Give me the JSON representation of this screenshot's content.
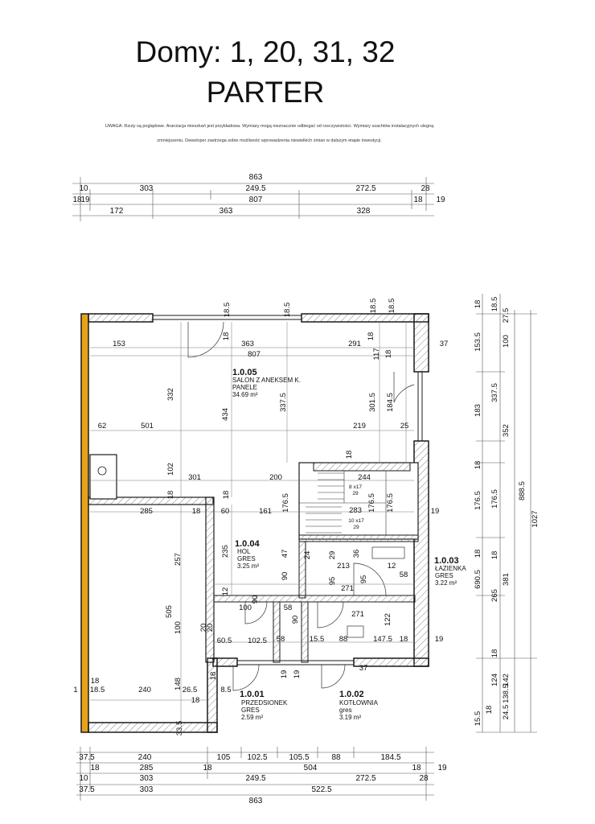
{
  "title": {
    "line1": "Domy: 1, 20, 31, 32",
    "line2": "PARTER"
  },
  "note": {
    "line1": "UWAGA: Rzuty są poglądowe. Aranżacja mieszkań jest przykładowa. Wymiary mogą nieznacznie odbiegać od rzeczywistości. Wymiary szachtów instalacyjnych ulegną",
    "line2": "zmniejszeniu. Deweloper zastrzega sobie możliwość wprowadzenia niewielkich zmian w dalszym etapie inwestycji."
  },
  "rooms": [
    {
      "id": "1.0.05",
      "name": "SALON Z ANEKSEM K.",
      "floor": "PANELE",
      "area": "34.69 m²"
    },
    {
      "id": "1.0.04",
      "name": "HOL",
      "floor": "GRES",
      "area": "3.25 m²"
    },
    {
      "id": "1.0.03",
      "name": "ŁAZIENKA",
      "floor": "GRES",
      "area": "3.22 m²"
    },
    {
      "id": "1.0.01",
      "name": "PRZEDSIONEK",
      "floor": "GRES",
      "area": "2.59 m²"
    },
    {
      "id": "1.0.02",
      "name": "KOTŁOWNIA",
      "floor": "gres",
      "area": "3.19 m²"
    }
  ],
  "dims": {
    "top": {
      "r1": [
        "863"
      ],
      "r2": [
        "10",
        "303",
        "249.5",
        "272.5",
        "28"
      ],
      "r3": [
        "18",
        "19",
        "807",
        "18",
        "19"
      ],
      "r4": [
        "172",
        "363",
        "328"
      ]
    },
    "bottom": {
      "r1": [
        "37.5",
        "240",
        "105",
        "102.5",
        "105.5",
        "88",
        "184.5"
      ],
      "r2": [
        "18",
        "285",
        "18",
        "504",
        "18",
        "19"
      ],
      "r3": [
        "10",
        "303",
        "249.5",
        "272.5",
        "28"
      ],
      "r4": [
        "37.5",
        "303",
        "522.5"
      ],
      "r5": [
        "863"
      ]
    },
    "right": {
      "c1": [
        "18",
        "153.5",
        "183",
        "18",
        "176.5",
        "18",
        "690.5",
        "15.5",
        "18"
      ],
      "c2": [
        "18.5",
        "27.5",
        "100",
        "337.5",
        "352",
        "176.5",
        "18",
        "265",
        "381",
        "18",
        "124",
        "142",
        "24.5"
      ],
      "c3": [
        "888.5",
        "138.5"
      ],
      "c4": [
        "1027"
      ]
    },
    "interior": {
      "d_153": "153",
      "d_363": "363",
      "d_807": "807",
      "d_291": "291",
      "d_117": "117",
      "d_18a": "18",
      "d_18b": "18",
      "d_37a": "37",
      "d_185a": "18.5",
      "d_185b": "18.5",
      "d_185c": "18.5",
      "d_185d": "18.5",
      "d_18c": "18",
      "d_332": "332",
      "d_434": "434",
      "d_3375": "337.5",
      "d_3015": "301.5",
      "d_1845": "184.5",
      "d_62": "62",
      "d_501": "501",
      "d_219": "219",
      "d_25": "25",
      "d_102": "102",
      "d_301": "301",
      "d_200": "200",
      "d_1765a": "176.5",
      "d_244": "244",
      "d_18d": "18",
      "d_18e": "18",
      "d_18f": "18",
      "d_285": "285",
      "d_18g": "18",
      "d_60": "60",
      "d_161": "161",
      "d_283": "283",
      "d_1765b": "176.5",
      "d_1765c": "176.5",
      "d_19a": "19",
      "d_257": "257",
      "d_235": "235",
      "d_47": "47",
      "d_24": "24",
      "d_29": "29",
      "d_36": "36",
      "d_213": "213",
      "d_12a": "12",
      "d_95a": "95",
      "d_58a": "58",
      "d_90a": "90",
      "d_95b": "95",
      "d_12b": "12",
      "d_271a": "271",
      "d_505": "505",
      "d_100a": "100",
      "d_100b": "100",
      "d_90b": "90",
      "d_58b": "58",
      "d_271b": "271",
      "d_122": "122",
      "d_605": "60.5",
      "d_1025": "102.5",
      "d_58c": "58",
      "d_155": "15.5",
      "d_88": "88",
      "d_1475": "147.5",
      "d_18h": "18",
      "d_19b": "19",
      "d_148": "148",
      "d_37b": "37",
      "d_18i": "18",
      "d_185e": "18.5",
      "d_240": "240",
      "d_265": "26.5",
      "d_18j": "18",
      "d_185f": "8.5",
      "d_1a": "1",
      "d_19c": "19",
      "d_19d": "19",
      "d_335": "33.5",
      "d_18k": "18",
      "d_20a": "20",
      "d_20b": "20",
      "d_90c": "90"
    },
    "stairs": {
      "s1": "8 x17",
      "s2": "29",
      "s3": "10 x17",
      "s4": "29"
    }
  },
  "colors": {
    "wall": "#1a1a1a",
    "insulation": "#e8a21a",
    "line": "#333333",
    "fill": "#ffffff"
  }
}
